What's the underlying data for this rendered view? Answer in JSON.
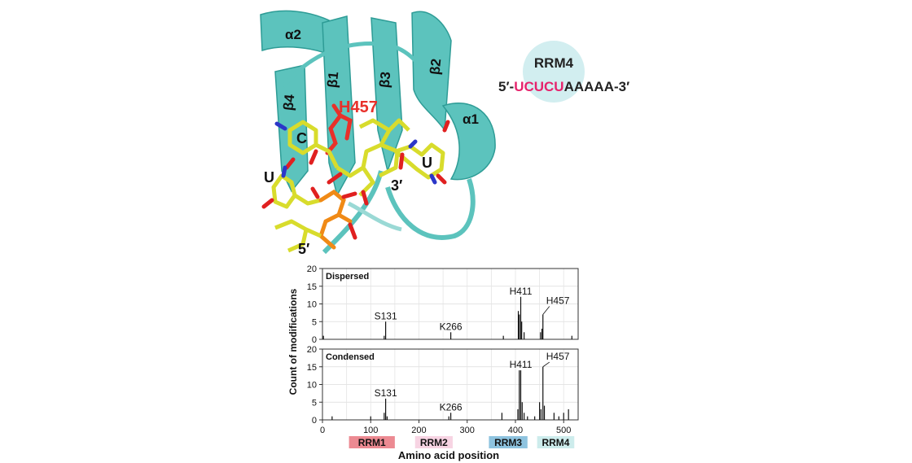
{
  "structure": {
    "labels": {
      "alpha2": "α2",
      "beta1": "β1",
      "beta3": "β3",
      "beta2": "β2",
      "beta4": "β4",
      "alpha1": "α1",
      "h457": "H457",
      "nuc_c": "C",
      "nuc_u_left": "U",
      "nuc_u_right": "U",
      "three_prime": "3′",
      "five_prime": "5′"
    },
    "colors": {
      "ribbon": "#5cc3bd",
      "ribbon_dark": "#2e9c96",
      "carbon": "#d8dc2c",
      "nitrogen": "#2b36c8",
      "oxygen": "#e02020",
      "phosphorus": "#f08a16",
      "histidine": "#e8302a"
    }
  },
  "motif": {
    "title": "RRM4",
    "seq_prefix": "5′-",
    "seq_highlight": "UCUCU",
    "seq_rest": "AAAAA-3′",
    "colors": {
      "circle": "#d2eef0",
      "highlight": "#e6236c",
      "text": "#222222"
    }
  },
  "chart_data": {
    "type": "bar",
    "ylabel": "Count of modifications",
    "xlabel": "Amino acid position",
    "xlim": [
      0,
      530
    ],
    "ylim": [
      0,
      20
    ],
    "yticks": [
      0,
      5,
      10,
      15,
      20
    ],
    "xticks": [
      0,
      100,
      200,
      300,
      400,
      500
    ],
    "grid": true,
    "panels": [
      {
        "name": "Dispersed",
        "points": [
          {
            "x": 2,
            "y": 1
          },
          {
            "x": 128,
            "y": 1
          },
          {
            "x": 131,
            "y": 5
          },
          {
            "x": 266,
            "y": 2
          },
          {
            "x": 375,
            "y": 1
          },
          {
            "x": 406,
            "y": 8
          },
          {
            "x": 408,
            "y": 7
          },
          {
            "x": 411,
            "y": 12
          },
          {
            "x": 413,
            "y": 5
          },
          {
            "x": 418,
            "y": 2
          },
          {
            "x": 452,
            "y": 2
          },
          {
            "x": 455,
            "y": 3
          },
          {
            "x": 457,
            "y": 7
          },
          {
            "x": 517,
            "y": 1
          }
        ],
        "annotations": [
          {
            "label": "S131",
            "x": 131,
            "y": 5
          },
          {
            "label": "K266",
            "x": 266,
            "y": 2
          },
          {
            "label": "H411",
            "x": 411,
            "y": 12
          },
          {
            "label": "H457",
            "x": 457,
            "y": 7
          }
        ]
      },
      {
        "name": "Condensed",
        "points": [
          {
            "x": 20,
            "y": 1
          },
          {
            "x": 100,
            "y": 1
          },
          {
            "x": 128,
            "y": 2
          },
          {
            "x": 131,
            "y": 6
          },
          {
            "x": 134,
            "y": 1
          },
          {
            "x": 262,
            "y": 1
          },
          {
            "x": 266,
            "y": 2
          },
          {
            "x": 372,
            "y": 2
          },
          {
            "x": 405,
            "y": 3
          },
          {
            "x": 408,
            "y": 14
          },
          {
            "x": 411,
            "y": 14
          },
          {
            "x": 414,
            "y": 5
          },
          {
            "x": 418,
            "y": 2
          },
          {
            "x": 425,
            "y": 1
          },
          {
            "x": 440,
            "y": 1
          },
          {
            "x": 450,
            "y": 5
          },
          {
            "x": 453,
            "y": 3
          },
          {
            "x": 457,
            "y": 15
          },
          {
            "x": 460,
            "y": 4
          },
          {
            "x": 480,
            "y": 2
          },
          {
            "x": 490,
            "y": 1
          },
          {
            "x": 500,
            "y": 2
          },
          {
            "x": 510,
            "y": 3
          }
        ],
        "annotations": [
          {
            "label": "S131",
            "x": 131,
            "y": 6
          },
          {
            "label": "K266",
            "x": 266,
            "y": 2
          },
          {
            "label": "H411",
            "x": 411,
            "y": 14
          },
          {
            "label": "H457",
            "x": 457,
            "y": 15
          }
        ]
      }
    ],
    "domains": [
      {
        "name": "RRM1",
        "start": 55,
        "end": 150,
        "color": "#ec8a92"
      },
      {
        "name": "RRM2",
        "start": 192,
        "end": 270,
        "color": "#f7d4e3"
      },
      {
        "name": "RRM3",
        "start": 345,
        "end": 425,
        "color": "#8ec3df"
      },
      {
        "name": "RRM4",
        "start": 445,
        "end": 522,
        "color": "#cdecec"
      }
    ]
  }
}
